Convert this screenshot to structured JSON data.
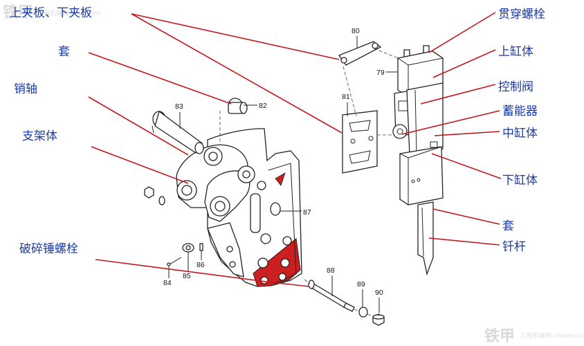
{
  "colors": {
    "label": "#1a3aa8",
    "leader": "#c4161c",
    "outline": "#222222",
    "wear_plate": "#cc1f1f"
  },
  "watermark": {
    "top": "铁甲",
    "top_small": "工程机械网 tiejia.com",
    "bottom": "铁甲",
    "bottom_small": "工程机械网 chome.com"
  },
  "callouts": {
    "upper_lower_plate": "上夹板、下夹板",
    "bushing_left": "套",
    "pin_shaft": "销轴",
    "bracket_body": "支架体",
    "breaker_bolt": "破碎锤螺栓",
    "through_bolt": "贯穿螺栓",
    "upper_cylinder": "上缸体",
    "control_valve": "控制阀",
    "accumulator": "蓄能器",
    "middle_cylinder": "中缸体",
    "lower_cylinder": "下缸体",
    "bushing_right": "套",
    "chisel": "钎杆"
  },
  "part_numbers": {
    "p79": "79",
    "p80": "80",
    "p81": "81",
    "p82": "82",
    "p83": "83",
    "p84": "84",
    "p85": "85",
    "p86": "86",
    "p87": "87",
    "p88": "88",
    "p89": "89",
    "p90": "90"
  }
}
